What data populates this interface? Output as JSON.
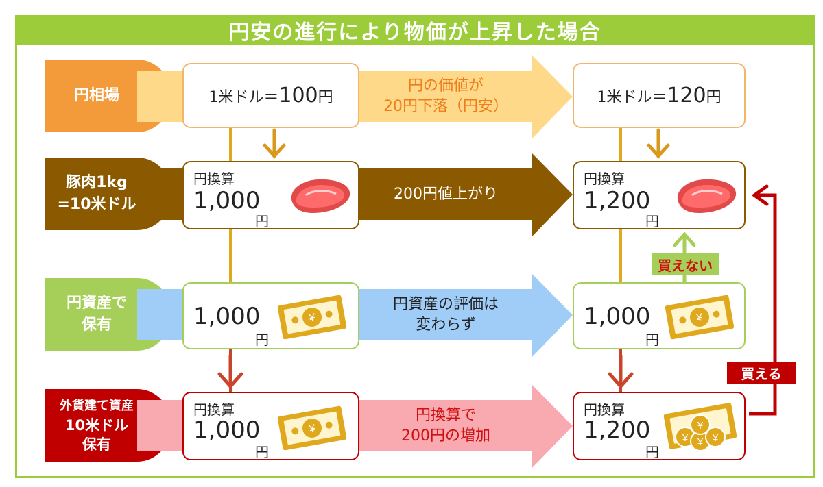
{
  "title": "円安の進行により物価が上昇した場合",
  "rows": {
    "rate": {
      "label": "円相場"
    },
    "pork": {
      "label_line1": "豚肉1kg",
      "label_line2": "=10米ドル"
    },
    "yen_asset": {
      "label_line1": "円資産で",
      "label_line2": "保有"
    },
    "foreign_asset": {
      "label_line1": "外貨建て資産",
      "label_line2": "10米ドル",
      "label_line3": "保有"
    }
  },
  "left": {
    "rate_prefix": "1米ドル＝",
    "rate_value": "100",
    "rate_suffix": "円",
    "pork_label": "円換算",
    "pork_amount": "1,000",
    "yen_asset_amount": "1,000",
    "foreign_label": "円換算",
    "foreign_amount": "1,000",
    "yen_unit": "円"
  },
  "right": {
    "rate_prefix": "1米ドル＝",
    "rate_value": "120",
    "rate_suffix": "円",
    "pork_label": "円換算",
    "pork_amount": "1,200",
    "yen_asset_amount": "1,000",
    "foreign_label": "円換算",
    "foreign_amount": "1,200",
    "yen_unit": "円"
  },
  "arrows": {
    "rate_line1": "円の価値が",
    "rate_line2": "20円下落（円安）",
    "pork": "200円値上がり",
    "yen_line1": "円資産の評価は",
    "yen_line2": "変わらず",
    "foreign_line1": "円換算で",
    "foreign_line2": "200円の増加"
  },
  "tags": {
    "cannot_buy": "買えない",
    "can_buy": "買える"
  },
  "colors": {
    "green": "#9dcc3a",
    "orange": "#f39a3a",
    "brown": "#8b5a00",
    "light_green": "#a6cf5a",
    "red": "#c00000",
    "arrow_yellow": "#ffd98a",
    "arrow_blue": "#9fcdf7",
    "arrow_pink": "#f9aab0",
    "gold": "#e0a81c"
  },
  "icons": [
    "meat-icon",
    "banknote-icon",
    "coins-icon"
  ]
}
